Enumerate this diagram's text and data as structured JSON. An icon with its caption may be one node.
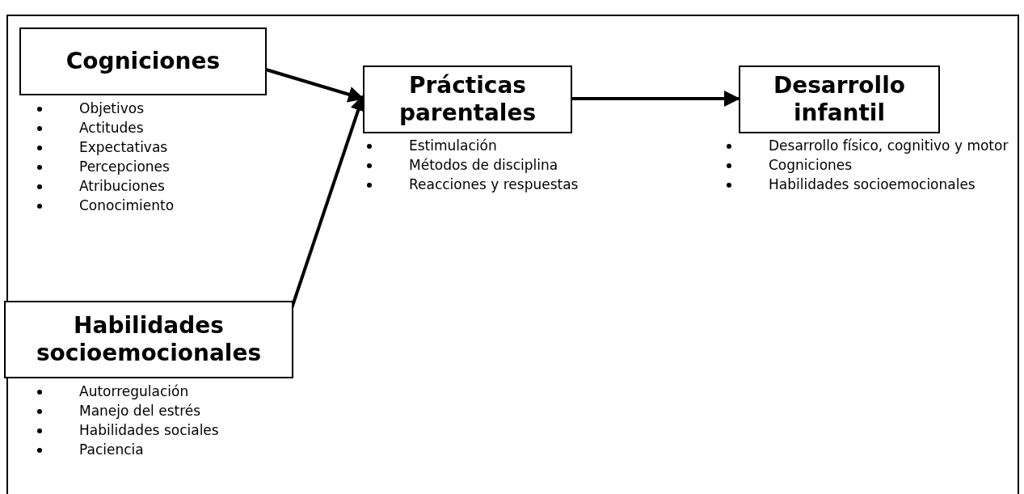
{
  "diagram": {
    "nodes": [
      {
        "text": [
          "Cogniciones"
        ],
        "beside": [
          "Objetivos",
          "Actitudes",
          "Expectativas",
          "Percepciones",
          "Atribuciones",
          "Conocimiento"
        ]
      },
      {
        "text": [
          "Habilidades socioemocionales"
        ],
        "beside": [
          "Autorregulación",
          "Manejo del estrés",
          "Habilidades sociales",
          "Paciencia"
        ]
      },
      {
        "text": [
          "Prácticas parentales"
        ],
        "beside": [
          "Estimulación",
          "Métodos de disciplina",
          "Reacciones y respuestas"
        ]
      },
      {
        "text": [
          "Desarrollo infantil"
        ],
        "beside": [
          "Desarrollo físico, cognitivo y motor",
          "Cogniciones",
          "Habilidades socioemocionales"
        ]
      }
    ],
    "edges": [
      {
        "from": 0,
        "to": 2,
        "arrow": "to"
      },
      {
        "from": 1,
        "to": 2,
        "arrow": "to"
      },
      {
        "from": 2,
        "to": 3,
        "arrow": "to"
      }
    ]
  }
}
